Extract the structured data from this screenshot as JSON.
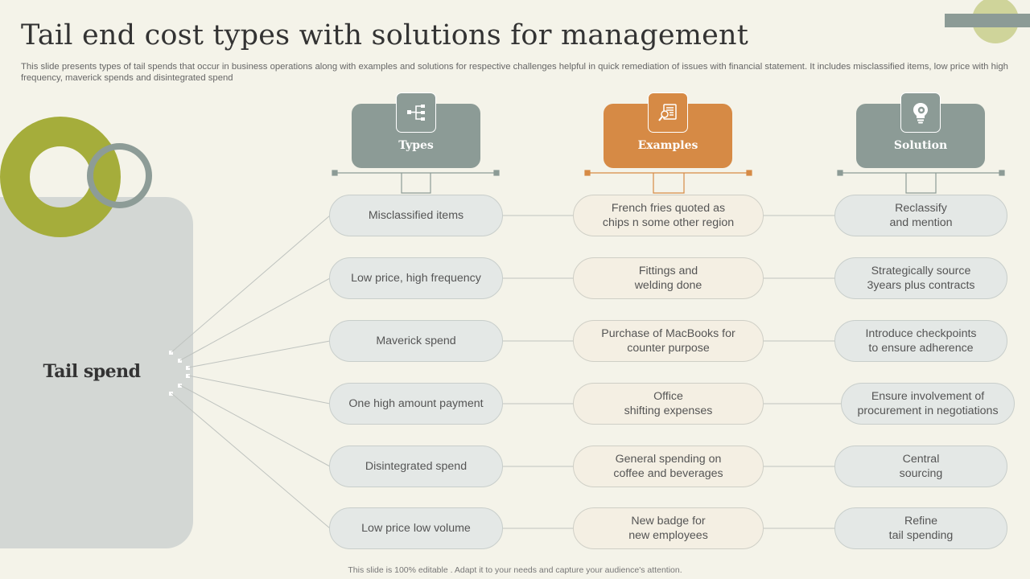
{
  "title": "Tail end cost types with solutions for management",
  "subtitle": "This slide presents types of tail spends that occur in business operations along with examples and solutions for respective challenges helpful in quick remediation of issues with financial statement. It includes misclassified items, low price with high frequency, maverick spends and disintegrated spend",
  "center": {
    "label": "Tail spend"
  },
  "columns": {
    "types": {
      "label": "Types",
      "icon": "hierarchy-icon",
      "color": "#8c9b96"
    },
    "examples": {
      "label": "Examples",
      "icon": "document-search-icon",
      "color": "#d68a45"
    },
    "solution": {
      "label": "Solution",
      "icon": "lightbulb-gear-icon",
      "color": "#8c9b96"
    }
  },
  "rows": [
    {
      "type": "Misclassified items",
      "example": "French fries quoted as\nchips n some other region",
      "solution": "Reclassify\nand mention"
    },
    {
      "type": "Low price, high frequency",
      "example": "Fittings and\nwelding done",
      "solution": "Strategically source\n3years plus contracts"
    },
    {
      "type": "Maverick spend",
      "example": "Purchase of MacBooks for\ncounter purpose",
      "solution": "Introduce checkpoints\nto ensure adherence"
    },
    {
      "type": "One high amount payment",
      "example": "Office\nshifting expenses",
      "solution": "Ensure involvement  of\nprocurement in negotiations"
    },
    {
      "type": "Disintegrated spend",
      "example": "General spending on\ncoffee and beverages",
      "solution": "Central\nsourcing"
    },
    {
      "type": "Low price low volume",
      "example": "New badge for\nnew employees",
      "solution": "Refine\ntail spending"
    }
  ],
  "footer": "This slide is 100% editable . Adapt it to your needs and capture your audience's attention."
}
